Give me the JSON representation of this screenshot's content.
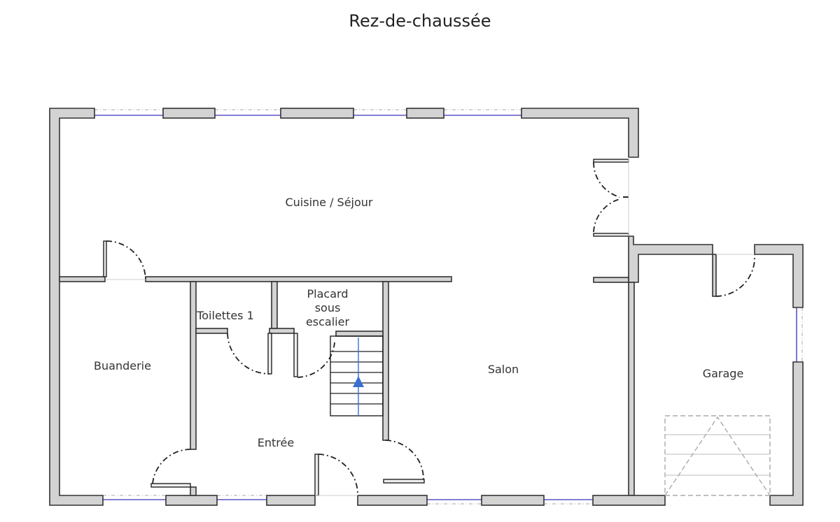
{
  "title": "Rez-de-chaussée",
  "rooms": {
    "cuisine_sejour": "Cuisine / Séjour",
    "buanderie": "Buanderie",
    "toilettes": "Toilettes 1",
    "placard_line1": "Placard",
    "placard_line2": "sous",
    "placard_line3": "escalier",
    "entree": "Entrée",
    "salon": "Salon",
    "garage": "Garage"
  },
  "colors": {
    "wall": "#d3d3d3",
    "window": "#5a55c8",
    "stair_arrow": "#3a6fd0"
  }
}
